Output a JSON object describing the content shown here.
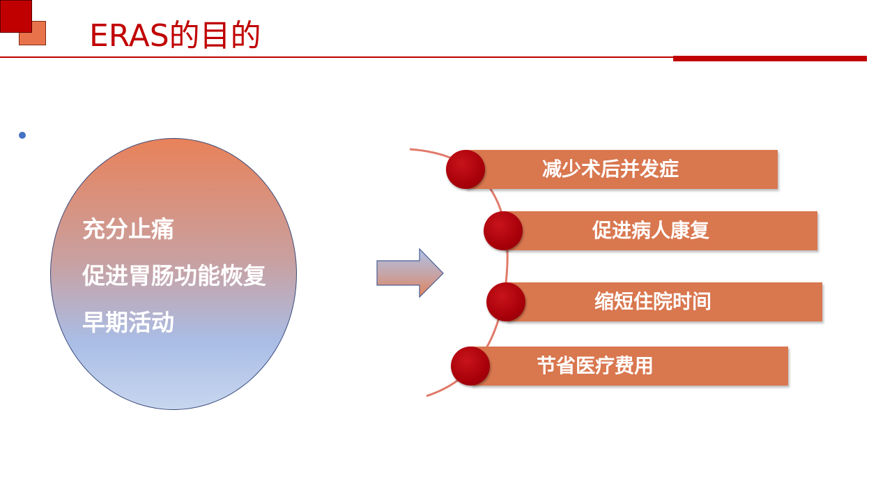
{
  "slide": {
    "title": "ERAS的目的",
    "accent_color": "#c00000",
    "bar_color": "#d9774f",
    "dot_color": "#a8000a"
  },
  "left_circle": {
    "items": [
      "充分止痛",
      "促进胃肠功能恢复",
      "早期活动"
    ],
    "gradient_top": "#e8825a",
    "gradient_bottom": "#a9bde6"
  },
  "arrow": {
    "icon": "right-arrow-icon"
  },
  "outcomes": [
    "减少术后并发症",
    "促进病人康复",
    "缩短住院时间",
    "节省医疗费用"
  ],
  "bullet": {
    "icon": "bullet-dot-icon",
    "color": "#4472c4"
  }
}
